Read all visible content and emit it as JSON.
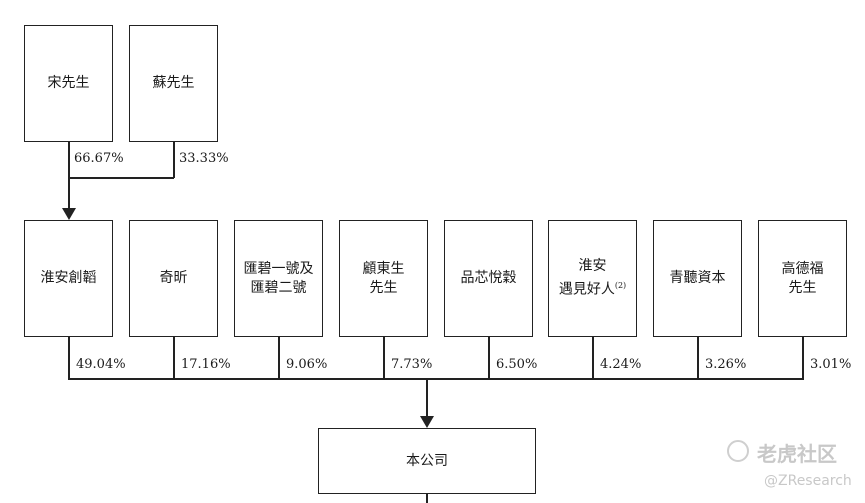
{
  "owners_top": [
    {
      "name": "宋先生",
      "pct": "66.67%"
    },
    {
      "name": "蘇先生",
      "pct": "33.33%"
    }
  ],
  "shareholders": [
    {
      "name": "淮安創韜",
      "pct": "49.04%"
    },
    {
      "name": "奇昕",
      "pct": "17.16%"
    },
    {
      "name": "匯碧一號及\n匯碧二號",
      "pct": "9.06%"
    },
    {
      "name": "顧東生\n先生",
      "pct": "7.73%"
    },
    {
      "name": "品芯悅穀",
      "pct": "6.50%"
    },
    {
      "name": "淮安\n遇見好人",
      "note": "(2)",
      "pct": "4.24%"
    },
    {
      "name": "青聽資本",
      "pct": "3.26%"
    },
    {
      "name": "高德福\n先生",
      "pct": "3.01%"
    }
  ],
  "company": {
    "name": "本公司"
  },
  "watermark": {
    "brand": "老虎社区",
    "handle": "@ZResearch"
  }
}
